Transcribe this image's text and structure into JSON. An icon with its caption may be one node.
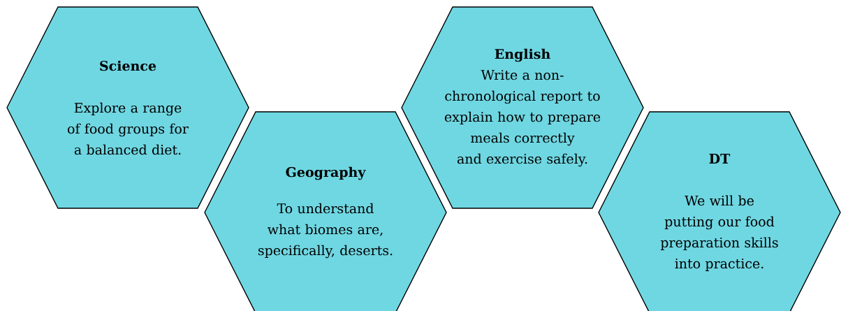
{
  "diagram": {
    "nodes": [
      {
        "text": [
          "Science",
          "Explore a range of food groups for a balanced diet."
        ]
      },
      {
        "text": [
          "Geography",
          "To understand what biomes are, specifically, deserts."
        ]
      },
      {
        "text": [
          "English",
          "Write a non-chronological report to explain how to prepare meals correctly and exercise safely."
        ]
      },
      {
        "text": [
          "DT",
          "We will be putting our food preparation skills into practice."
        ]
      }
    ]
  }
}
